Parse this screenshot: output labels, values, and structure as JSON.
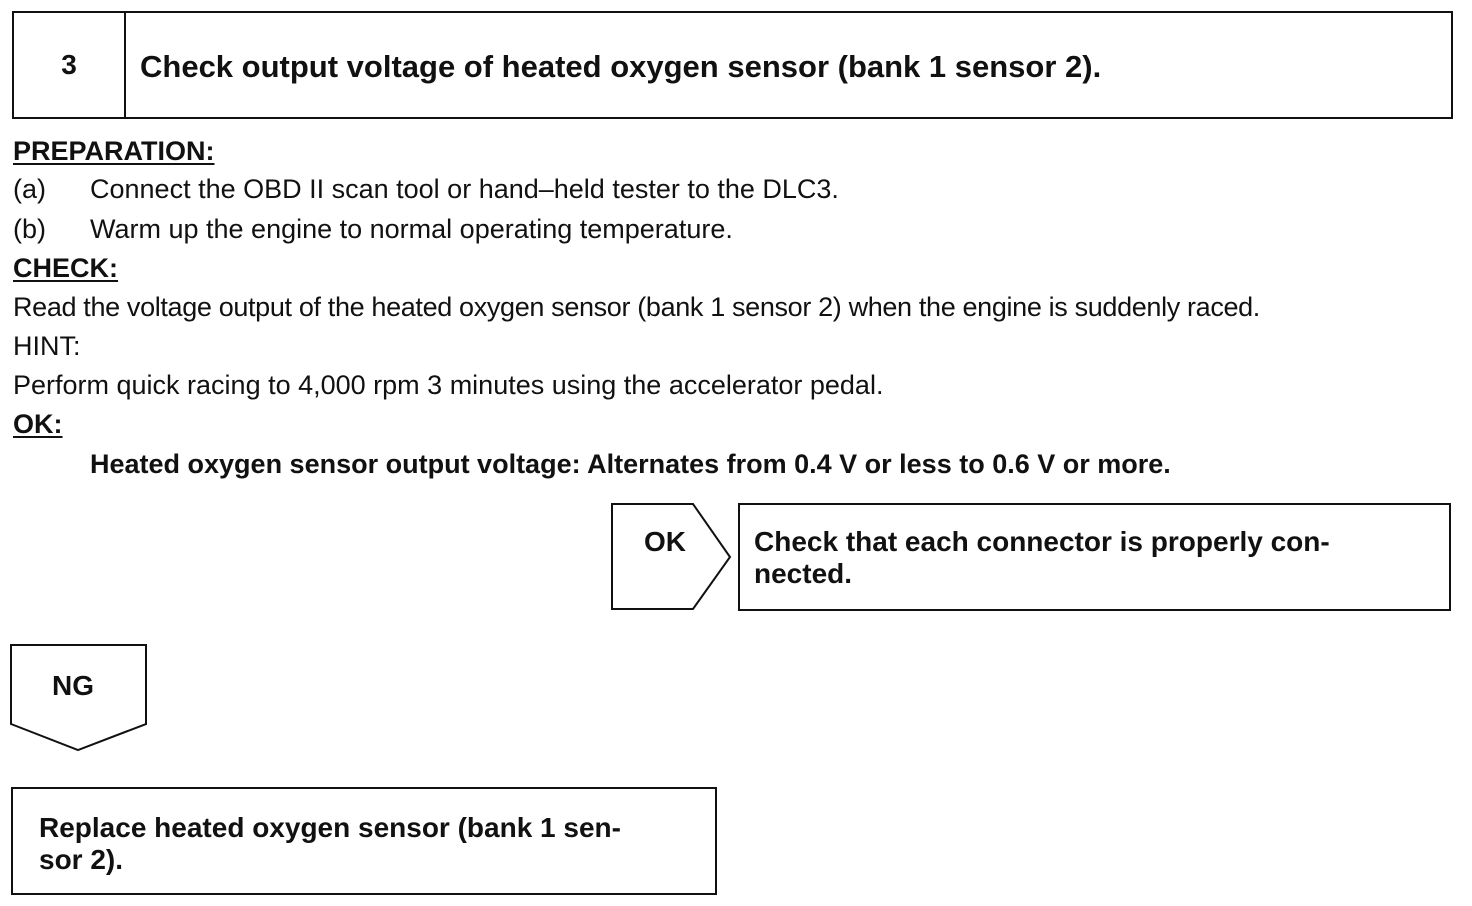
{
  "step": {
    "number": "3",
    "title": "Check output voltage of heated oxygen sensor (bank 1 sensor 2)."
  },
  "preparation": {
    "heading": "PREPARATION:",
    "items": [
      {
        "label": "(a)",
        "text": "Connect the OBD II scan tool or hand–held tester to the DLC3."
      },
      {
        "label": "(b)",
        "text": "Warm up the engine to normal operating temperature."
      }
    ]
  },
  "check": {
    "heading": "CHECK:",
    "text": "Read the voltage output of the heated oxygen sensor (bank 1 sensor 2) when the engine is suddenly raced.",
    "hint_label": "HINT:",
    "hint_text": "Perform quick racing to 4,000 rpm 3 minutes using the accelerator pedal."
  },
  "ok": {
    "heading": "OK:",
    "spec": "Heated oxygen sensor output voltage: Alternates from 0.4 V or less to 0.6 V or more."
  },
  "flow": {
    "ok_label": "OK",
    "ok_action_line1": "Check that each connector is properly con-",
    "ok_action_line2": "nected.",
    "ng_label": "NG",
    "ng_action_line1": "Replace heated oxygen sensor (bank 1 sen-",
    "ng_action_line2": "sor 2)."
  }
}
